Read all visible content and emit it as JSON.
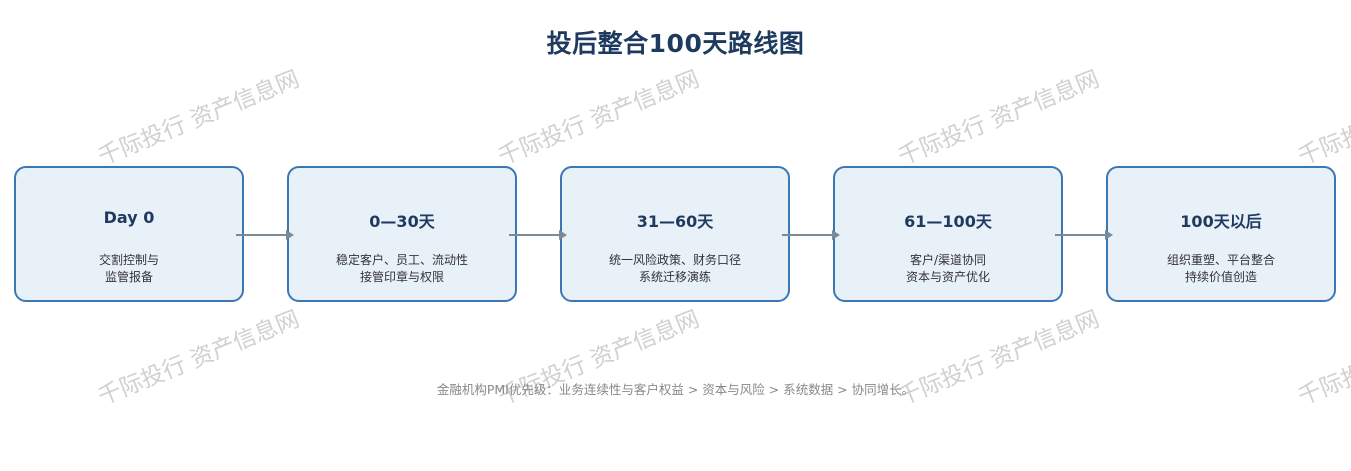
{
  "title": "投后整合100天路线图",
  "stages": [
    {
      "title": "Day 0",
      "desc_line1": "交割控制与",
      "desc_line2": "监管报备"
    },
    {
      "title": "0—30天",
      "desc_line1": "稳定客户、员工、流动性",
      "desc_line2": "接管印章与权限"
    },
    {
      "title": "31—60天",
      "desc_line1": "统一风险政策、财务口径",
      "desc_line2": "系统迁移演练"
    },
    {
      "title": "61—100天",
      "desc_line1": "客户/渠道协同",
      "desc_line2": "资本与资产优化"
    },
    {
      "title": "100天以后",
      "desc_line1": "组织重塑、平台整合",
      "desc_line2": "持续价值创造"
    }
  ],
  "footnote": "金融机构PMI优先级：业务连续性与客户权益 > 资本与风险 > 系统数据 > 协同增长。",
  "watermark": "千际投行 资产信息网",
  "colors": {
    "title": "#1e3a5f",
    "box_border": "#3b78b3",
    "box_fill": "#e8f0f8",
    "arrow": "#7a8a99"
  }
}
